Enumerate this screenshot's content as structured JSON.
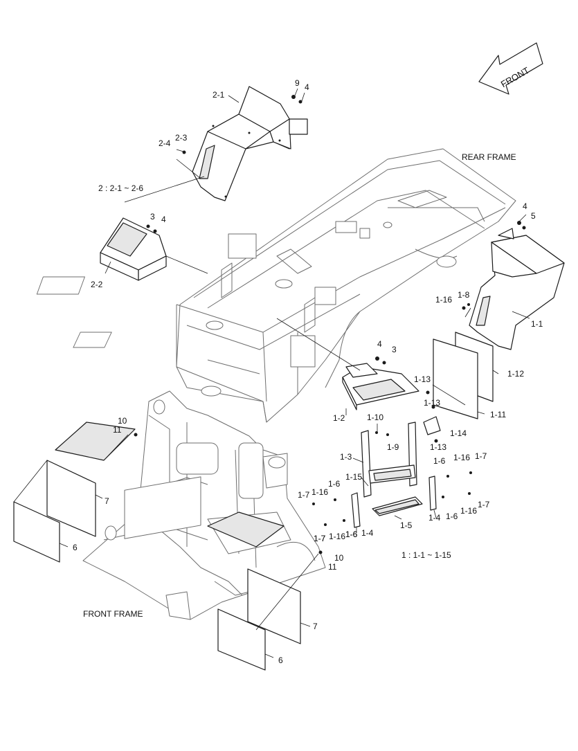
{
  "labels": {
    "front_arrow": "FRONT",
    "rear_frame": "REAR FRAME",
    "front_frame": "FRONT FRAME",
    "group_2": "2 : 2-1 ~ 2-6",
    "group_1": "1 : 1-1 ~ 1-15"
  },
  "callouts": [
    "2-1",
    "9",
    "4",
    "2-4",
    "2-3",
    "3",
    "4",
    "2-2",
    "4",
    "5",
    "1-16",
    "1-8",
    "1-1",
    "4",
    "3",
    "1-12",
    "1-13",
    "1-13",
    "1-11",
    "1-2",
    "1-10",
    "1-9",
    "1-14",
    "1-13",
    "1-3",
    "1-16",
    "1-7",
    "1-6",
    "1-15",
    "1-6",
    "1-7",
    "1-16",
    "1-6",
    "1-7",
    "1-4",
    "1-6",
    "1-16",
    "1-7",
    "1-7",
    "1-16",
    "1-6",
    "1-4",
    "1-5",
    "10",
    "11",
    "7",
    "6",
    "10",
    "11",
    "7",
    "6"
  ],
  "colors": {
    "line": "#1a1a1a",
    "frame": "#6d6d6d",
    "tread": "#1a1a1a"
  }
}
